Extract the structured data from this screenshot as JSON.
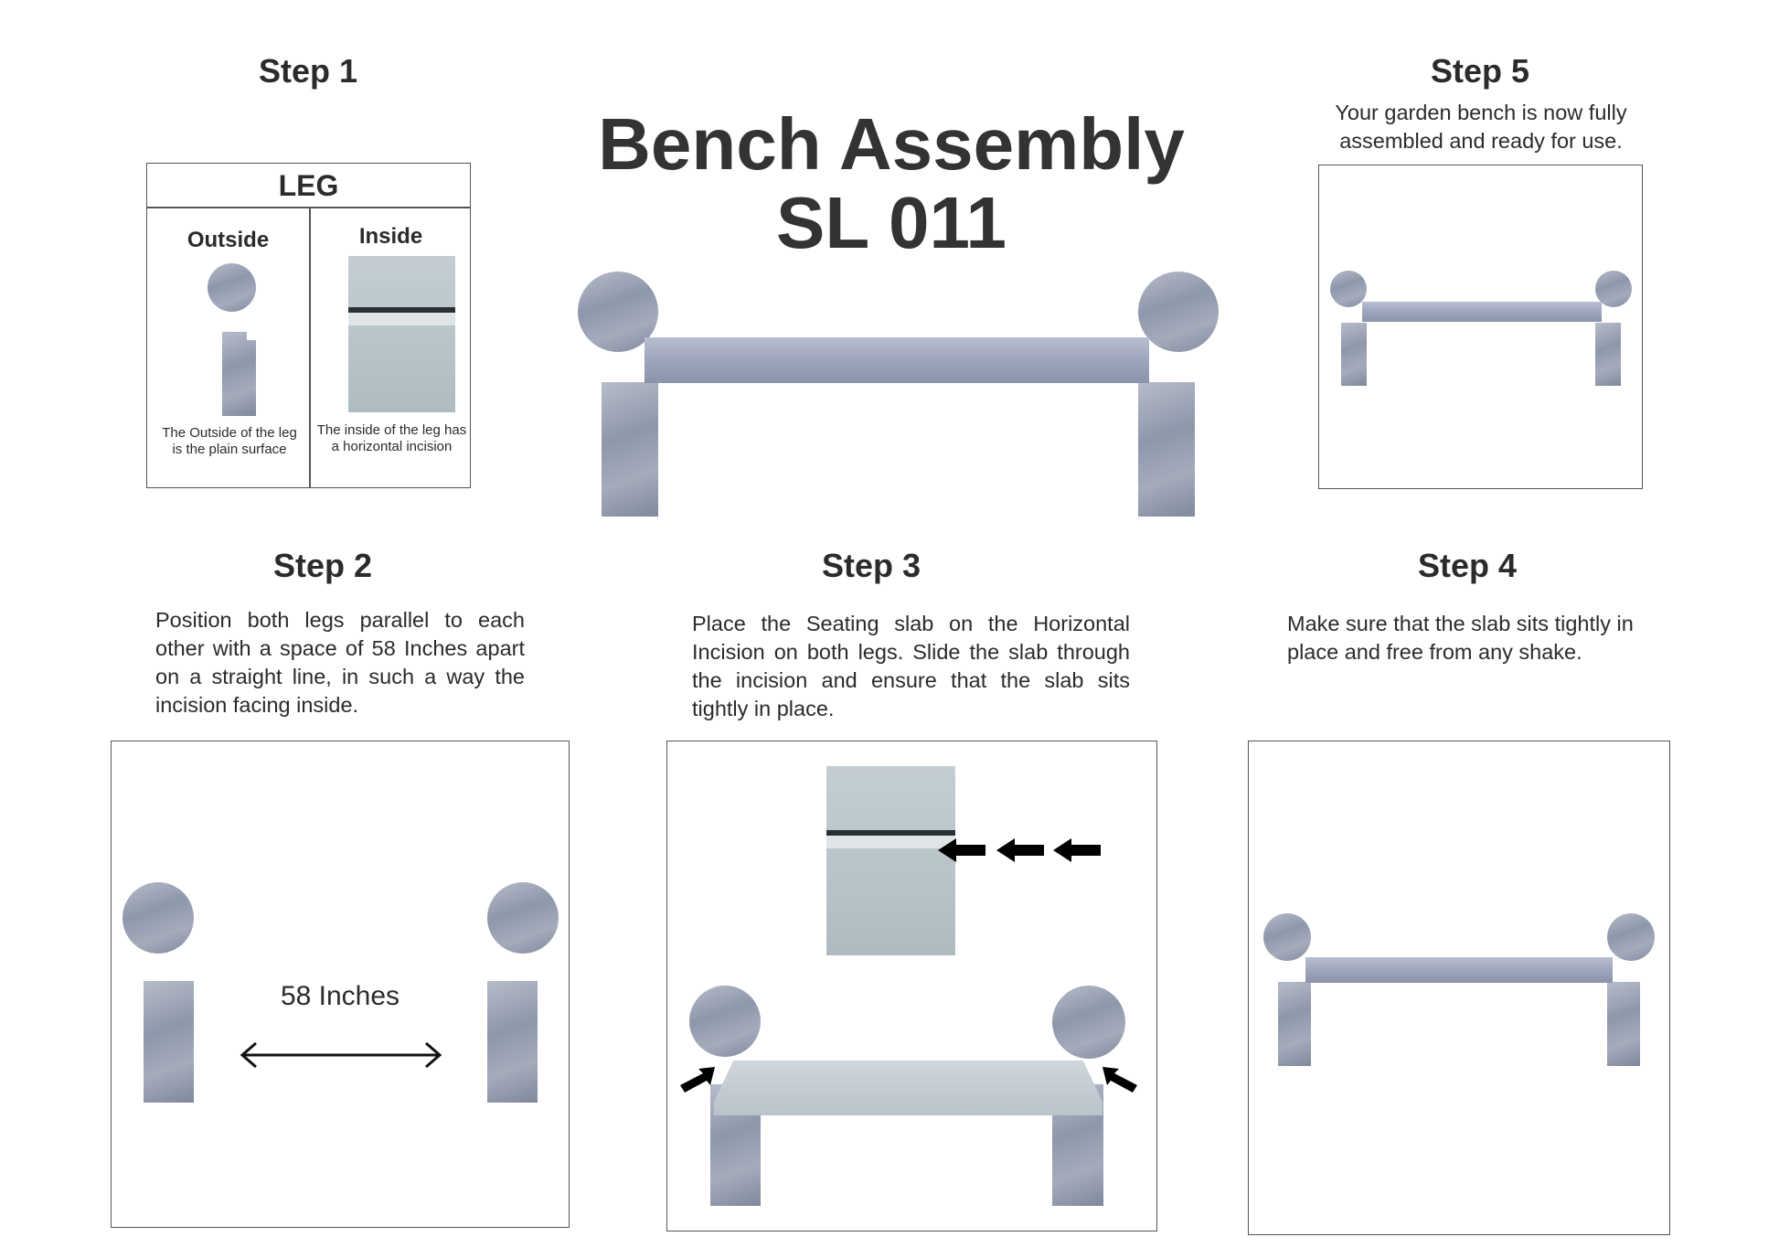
{
  "title": {
    "line1": "Bench Assembly",
    "line2": "SL 011"
  },
  "step1": {
    "title": "Step 1",
    "table_header": "LEG",
    "outside": {
      "label": "Outside",
      "caption": "The Outside of the leg is the plain surface"
    },
    "inside": {
      "label": "Inside",
      "caption": "The inside of the leg has a horizontal incision"
    }
  },
  "step2": {
    "title": "Step 2",
    "text": "Position both legs parallel to each other with a space of 58 Inches apart on a straight line, in such a way the incision facing inside.",
    "distance_label": "58 Inches"
  },
  "step3": {
    "title": "Step 3",
    "text": "Place the Seating slab on the Horizontal Incision on both legs. Slide the slab through the incision and ensure that the slab sits tightly in place."
  },
  "step4": {
    "title": "Step 4",
    "text": "Make sure that the slab sits tightly in place and free from any shake."
  },
  "step5": {
    "title": "Step 5",
    "text": "Your garden bench is now fully assembled and ready for use."
  },
  "colors": {
    "text": "#2b2b2b",
    "granite": "#9aa3b5",
    "border": "#555555"
  }
}
